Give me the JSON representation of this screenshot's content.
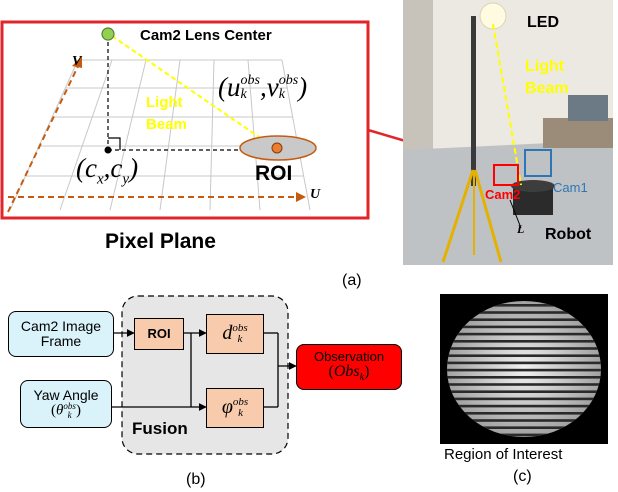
{
  "panel_a": {
    "cam2_lens_center": "Cam2 Lens Center",
    "light_beam": [
      "Light",
      "Beam"
    ],
    "obs_coord": "(u_k^obs, v_k^obs)",
    "obs_u": "u",
    "obs_v": "v",
    "obs_sub": "k",
    "obs_sup": "obs",
    "principal": "(c_x, c_y)",
    "principal_c": "c",
    "principal_x": "x",
    "principal_y": "y",
    "roi": "ROI",
    "axis_u": "U",
    "axis_v": "V",
    "pixel_plane": "Pixel Plane",
    "caption": "(a)"
  },
  "photo": {
    "led": "LED",
    "light_beam": [
      "Light",
      "Beam"
    ],
    "cam2": "Cam2",
    "cam1": "Cam1",
    "robot": "Robot",
    "l": "L"
  },
  "panel_b": {
    "cam2_image_frame": [
      "Cam2 Image",
      "Frame"
    ],
    "yaw_angle": "Yaw Angle",
    "theta": "θ",
    "theta_sub": "k",
    "theta_sup": "obs",
    "roi": "ROI",
    "d": "d",
    "d_sub": "k",
    "d_sup": "obs",
    "phi": "φ",
    "phi_sub": "k",
    "phi_sup": "obs",
    "fusion": "Fusion",
    "observation": "Observation",
    "obs_expr": "Obs",
    "obs_expr_sub": "k",
    "caption": "(b)"
  },
  "panel_c": {
    "title": "Region of Interest",
    "caption": "(c)"
  },
  "colors": {
    "red_frame": "#e0262a",
    "orange_axis": "#c55a11",
    "yellow": "#ffff00",
    "green_dot": "#92d050",
    "roi_fill": "#f4b183",
    "cyan_box": "#daf3fb",
    "peach_box": "#f8cbad",
    "obs_red": "#ff0000",
    "fusion_gray": "#e7e6e6"
  }
}
